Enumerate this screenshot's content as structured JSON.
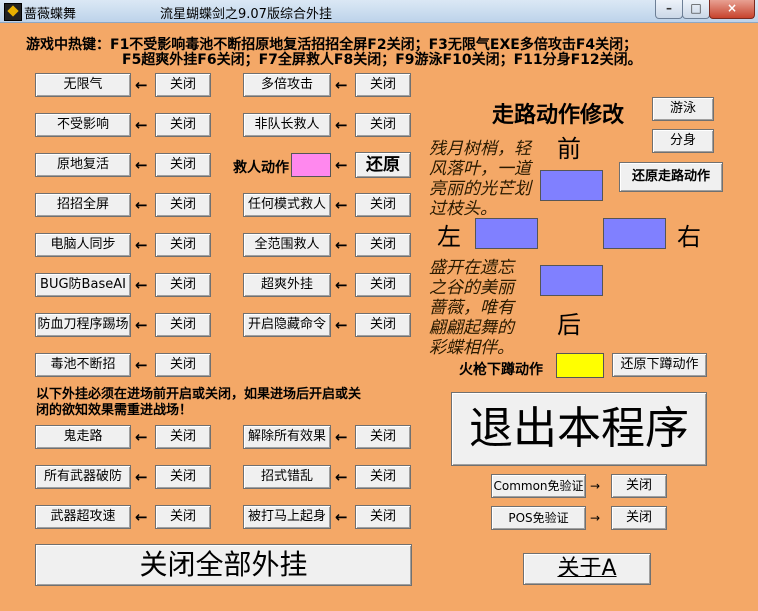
{
  "window": {
    "title_left": "蔷薇蝶舞",
    "title_main": "流星蝴蝶剑之9.07版综合外挂",
    "controls": {
      "minimize": "–",
      "maximize": "□",
      "close": "×"
    }
  },
  "hotkeys": {
    "line1": "游戏中热键：F1不受影响毒池不断招原地复活招招全屏F2关闭；F3无限气EXE多倍攻击F4关闭；",
    "line2": "F5超爽外挂F6关闭；F7全屏救人F8关闭；F9游泳F10关闭；F11分身F12关闭。"
  },
  "arrow": "←",
  "arrow_right": "→",
  "close_label": "关闭",
  "col1": [
    "无限气",
    "不受影响",
    "原地复活",
    "招招全屏",
    "电脑人同步",
    "BUG防BaseAI",
    "防血刀程序踢场",
    "毒池不断招"
  ],
  "col2": [
    "多倍攻击",
    "非队长救人",
    "",
    "任何模式救人",
    "全范围救人",
    "超爽外挂",
    "开启隐藏命令"
  ],
  "rescue": {
    "label": "救人动作",
    "restore": "还原",
    "color": "#ff88ee"
  },
  "notice": {
    "line1": "以下外挂必须在进场前开启或关闭，如果进场后开启或关",
    "line2": "闭的欲知效果需重进战场！"
  },
  "col1b": [
    "鬼走路",
    "所有武器破防",
    "武器超攻速"
  ],
  "col2b": [
    "解除所有效果",
    "招式错乱",
    "被打马上起身"
  ],
  "close_all": "关闭全部外挂",
  "walk": {
    "title": "走路动作修改",
    "swim": "游泳",
    "clone": "分身",
    "front": "前",
    "back": "后",
    "left": "左",
    "right": "右",
    "restore": "还原走路动作",
    "swatch_color": "#8080ff",
    "poem1": [
      "残月树梢，轻",
      "风落叶，一道",
      "亮丽的光芒划",
      "过枝头。"
    ],
    "poem2": [
      "盛开在遗忘",
      "之谷的美丽",
      "蔷薇，唯有",
      "翩翩起舞的",
      "彩蝶相伴。"
    ]
  },
  "crouch": {
    "label": "火枪下蹲动作",
    "restore": "还原下蹲动作",
    "color": "#ffff00"
  },
  "exit": "退出本程序",
  "verify": [
    {
      "label": "Common免验证",
      "close": "关闭"
    },
    {
      "label": "POS免验证",
      "close": "关闭"
    }
  ],
  "about": "关于A"
}
